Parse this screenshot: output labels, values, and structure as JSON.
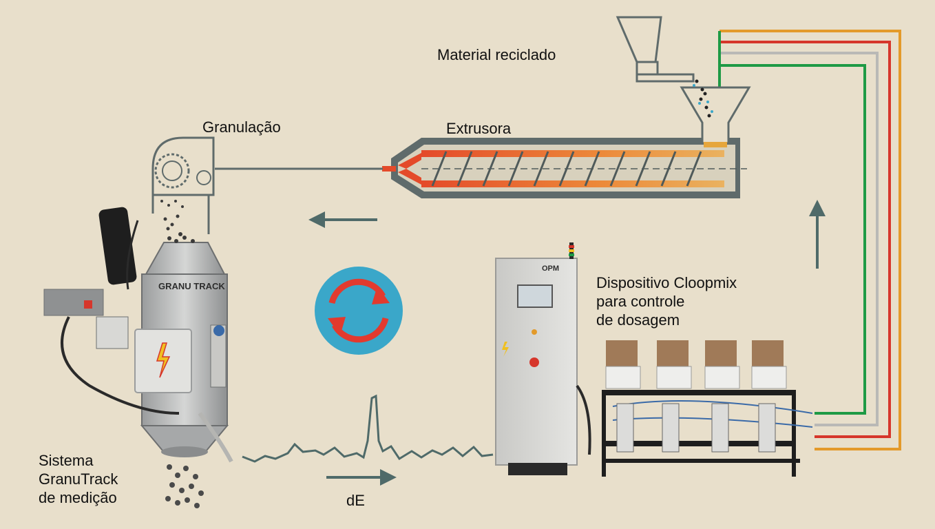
{
  "labels": {
    "material_reciclado": "Material reciclado",
    "granulacao": "Granulação",
    "extrusora": "Extrusora",
    "dispositivo": [
      "Dispositivo Cloopmix",
      "para controle",
      "de dosagem"
    ],
    "sistema": [
      "Sistema",
      "GranuTrack",
      "de medição"
    ],
    "de": "dE"
  },
  "device_markings": {
    "granutrack_logo": "GRANU TRACK",
    "opm_logo": "OPM"
  },
  "colors": {
    "background": "#e8dfcb",
    "arrow": "#4f6a69",
    "signal_green": "#1e9a45",
    "signal_gray": "#b9b9b6",
    "signal_red": "#d6362b",
    "signal_orange": "#e39a2a",
    "cycle_circle": "#3aa7c9",
    "cycle_arrows": "#e23a2e"
  },
  "icons": [
    "arrow-left-icon",
    "arrow-right-icon",
    "arrow-up-icon",
    "cycle-icon"
  ]
}
